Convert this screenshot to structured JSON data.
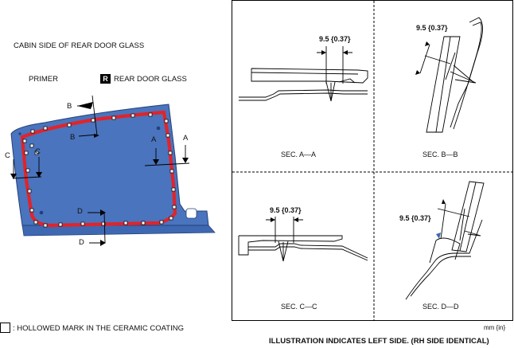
{
  "left": {
    "title": "CABIN SIDE OF REAR DOOR GLASS",
    "primer_label": "PRIMER",
    "r_badge": "R",
    "glass_label": "REAR DOOR GLASS",
    "section_markers": {
      "a": "A",
      "b": "B",
      "c": "C",
      "d": "D"
    }
  },
  "legend": {
    "text": ": HOLLOWED MARK IN THE CERAMIC COATING"
  },
  "sections": {
    "aa": {
      "caption": "SEC. A—A",
      "dim": "9.5 {0.37}"
    },
    "bb": {
      "caption": "SEC. B—B",
      "dim": "9.5 {0.37}"
    },
    "cc": {
      "caption": "SEC. C—C",
      "dim": "9.5 {0.37}"
    },
    "dd": {
      "caption": "SEC. D—D",
      "dim": "9.5 {0.37}"
    }
  },
  "unit": "mm {in}",
  "footer": "ILLUSTRATION INDICATES LEFT SIDE. (RH SIDE IDENTICAL)",
  "colors": {
    "glass": "#4a74bd",
    "glass_edge": "#23407a",
    "primer": "#e0242b",
    "frame": "#000000"
  }
}
